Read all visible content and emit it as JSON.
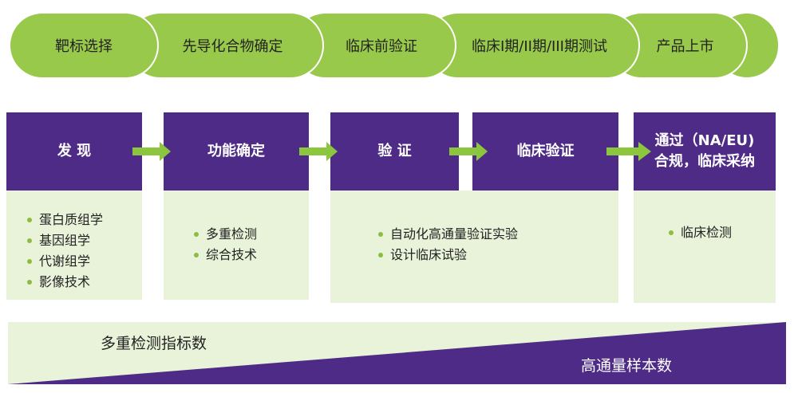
{
  "pipeline": [
    {
      "label": "靶标选择"
    },
    {
      "label": "先导化合物确定"
    },
    {
      "label": "临床前验证"
    },
    {
      "label": "临床I期/II期/III期测试"
    },
    {
      "label": "产品上市"
    }
  ],
  "stages": [
    {
      "title": "发 现",
      "items": [
        "蛋白质组学",
        "基因组学",
        "代谢组学",
        "影像技术"
      ]
    },
    {
      "title": "功能确定",
      "items": [
        "多重检测",
        "综合技术"
      ]
    },
    {
      "title": "验 证",
      "items": []
    },
    {
      "title": "临床验证",
      "items": []
    },
    {
      "title_line1": "通过（NA/EU)",
      "title_line2": "合规，临床采纳",
      "items": [
        "临床检测"
      ]
    }
  ],
  "validation_items": [
    "自动化高通量验证实验",
    "设计临床试验"
  ],
  "bottom": {
    "top_label": "多重检测指标数",
    "bottom_label": "高通量样本数"
  },
  "colors": {
    "green": "#98c94a",
    "purple": "#4e2b87",
    "light_green": "#e9f3d9",
    "arrow_green": "#8cc63f"
  }
}
